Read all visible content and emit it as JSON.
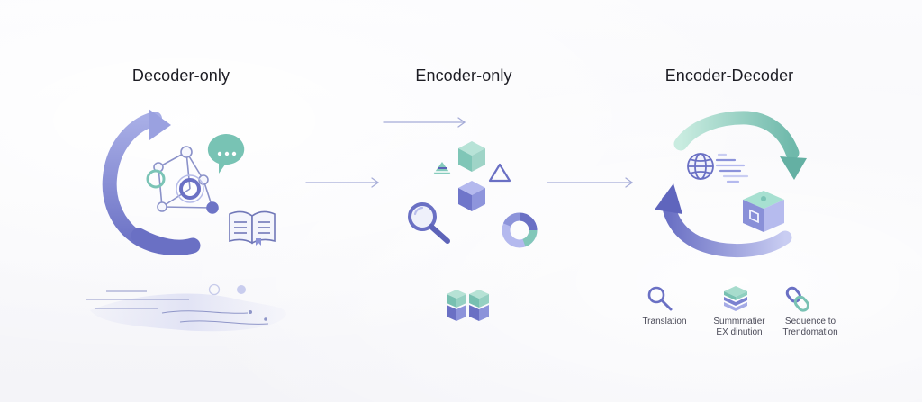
{
  "columns": {
    "decoder_only": {
      "title": "Decoder-only"
    },
    "encoder_only": {
      "title": "Encoder-only"
    },
    "encoder_decoder": {
      "title": "Encoder-Decoder",
      "captions": {
        "translation": "Translation",
        "summary": "Summrnatier\nEX dinution",
        "sequence": "Sequence to\nTrendomation"
      }
    }
  },
  "palette": {
    "lavender": "#8e97d8",
    "indigo": "#6a70c4",
    "teal": "#79c2b4",
    "mint": "#a9dccc",
    "periwinkle": "#b7bce8",
    "slate": "#707a96"
  },
  "icons": [
    "cycle-arrow-icon",
    "network-graph-icon",
    "chat-bubble-icon",
    "open-book-icon",
    "cube-icon",
    "triangle-icon",
    "magnifier-icon",
    "donut-chart-icon",
    "stacked-cubes-icon",
    "globe-icon",
    "box-icon",
    "search-icon",
    "layers-icon",
    "link-icon"
  ]
}
